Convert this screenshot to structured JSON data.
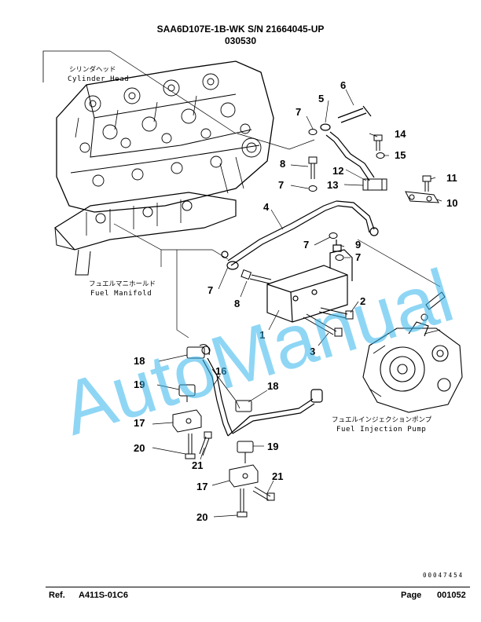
{
  "header": {
    "model_line": "SAA6D107E-1B-WK S/N 21664045-UP",
    "date_code": "030530"
  },
  "labels": {
    "cylinder_head_jp": "シリンダヘッド",
    "cylinder_head_en": "Cylinder Head",
    "fuel_manifold_jp": "フュエルマニホールド",
    "fuel_manifold_en": "Fuel Manifold",
    "fuel_pump_jp": "フュエルインジェクションポンプ",
    "fuel_pump_en": "Fuel Injection Pump"
  },
  "callouts": {
    "c1": "1",
    "c2": "2",
    "c3": "3",
    "c4": "4",
    "c5": "5",
    "c6": "6",
    "c7a": "7",
    "c7b": "7",
    "c7c": "7",
    "c7d": "7",
    "c7e": "7",
    "c8a": "8",
    "c8b": "8",
    "c9": "9",
    "c10": "10",
    "c11": "11",
    "c12": "12",
    "c13": "13",
    "c14": "14",
    "c15": "15",
    "c16": "16",
    "c17a": "17",
    "c17b": "17",
    "c18a": "18",
    "c18b": "18",
    "c19a": "19",
    "c19b": "19",
    "c20a": "20",
    "c20b": "20",
    "c21a": "21",
    "c21b": "21"
  },
  "watermark": "AutoManual",
  "drawing_code": "00047454",
  "footer": {
    "ref_label": "Ref.",
    "ref_value": "A411S-01C6",
    "page_label": "Page",
    "page_value": "001052"
  }
}
